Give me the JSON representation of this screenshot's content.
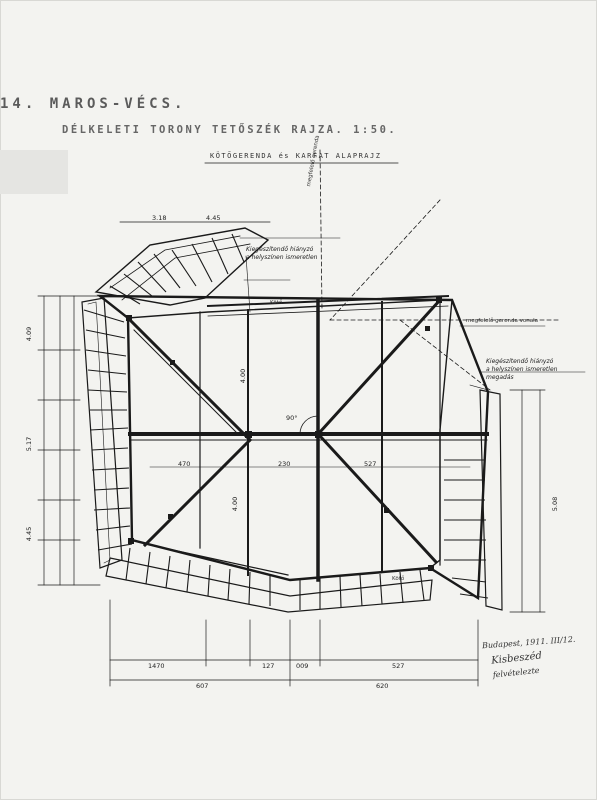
{
  "document": {
    "title": "14. MAROS-VÉCS.",
    "subtitle": "DÉLKELETI TORONY TETŐSZÉK RAJZA. 1:50.",
    "plan_title": "KÖTŐGERENDA és KARFAT ALAPRAJZ"
  },
  "annotations": {
    "note_top": [
      "Kiegészítendő hiányzó",
      "a helyszínen ismeretlen"
    ],
    "note_right": [
      "Kiegészítendő hiányzó",
      "a helyszínen ismeretlen",
      "megadás"
    ],
    "right_label": "megfelelő gerenda vonala",
    "diagonal_label": "megfelelő gerenda",
    "angle": "90°",
    "small_label_top": "Kötő",
    "small_label_bottom": "Kötő"
  },
  "dimensions": {
    "middle_row": [
      "470",
      "230",
      "527"
    ],
    "bottom_row_1": [
      "1470",
      "127",
      "009",
      "527"
    ],
    "bottom_row_2": [
      "607",
      "620"
    ],
    "vertical_labels": [
      "4.00",
      "4.00"
    ],
    "left_col": [
      "4.09",
      "5.17",
      "4.45"
    ],
    "right_col": [
      "5.08"
    ],
    "top_row": [
      "3.18",
      "4.45"
    ]
  },
  "signature": {
    "date": "Budapest, 1911. III/12.",
    "name_line": [
      "Kisbeszéd",
      "felvételezte"
    ]
  },
  "colors": {
    "ink": "#1a1a1a",
    "paper": "#f3f3f0"
  }
}
